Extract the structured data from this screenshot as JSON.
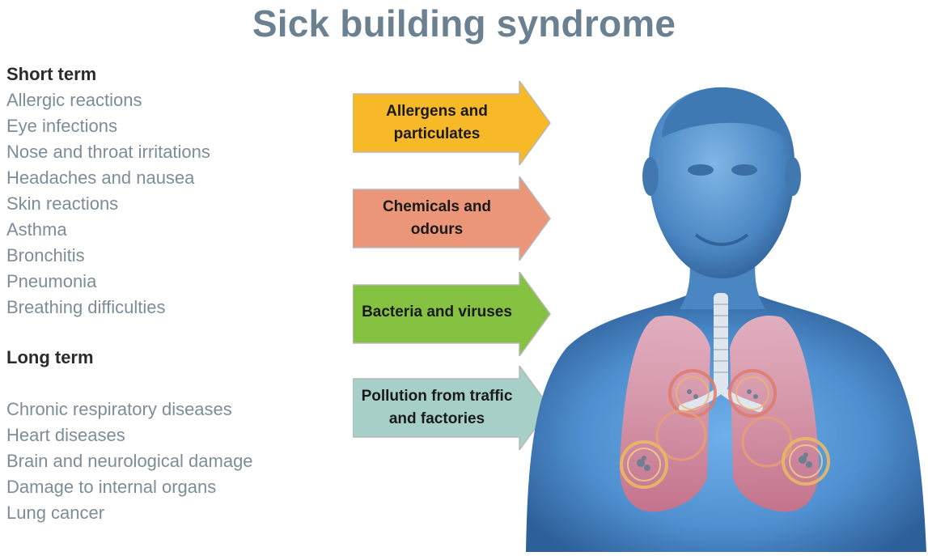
{
  "title": "Sick building syndrome",
  "short_term": {
    "heading": "Short term",
    "items": [
      "Allergic reactions",
      "Eye infections",
      "Nose and throat irritations",
      "Headaches and nausea",
      "Skin reactions",
      "Asthma",
      "Bronchitis",
      "Pneumonia",
      "Breathing difficulties"
    ]
  },
  "long_term": {
    "heading": "Long term",
    "items": [
      "Chronic respiratory diseases",
      "Heart diseases",
      "Brain and neurological damage",
      "Damage to internal organs",
      "Lung cancer"
    ]
  },
  "arrows": [
    {
      "label_line1": "Allergens and",
      "label_line2": "particulates",
      "color": "#f7b928"
    },
    {
      "label_line1": "Chemicals and",
      "label_line2": "odours",
      "color": "#eb9678"
    },
    {
      "label": "Bacteria and viruses",
      "color": "#86c242"
    },
    {
      "label_line1": "Pollution from traffic",
      "label_line2": "and factories",
      "color": "#a6cfc8"
    }
  ],
  "illustration": {
    "icon": "human-torso-lungs-illustration",
    "body_color": "#4f8fcf",
    "lung_color": "#e49aa8"
  }
}
